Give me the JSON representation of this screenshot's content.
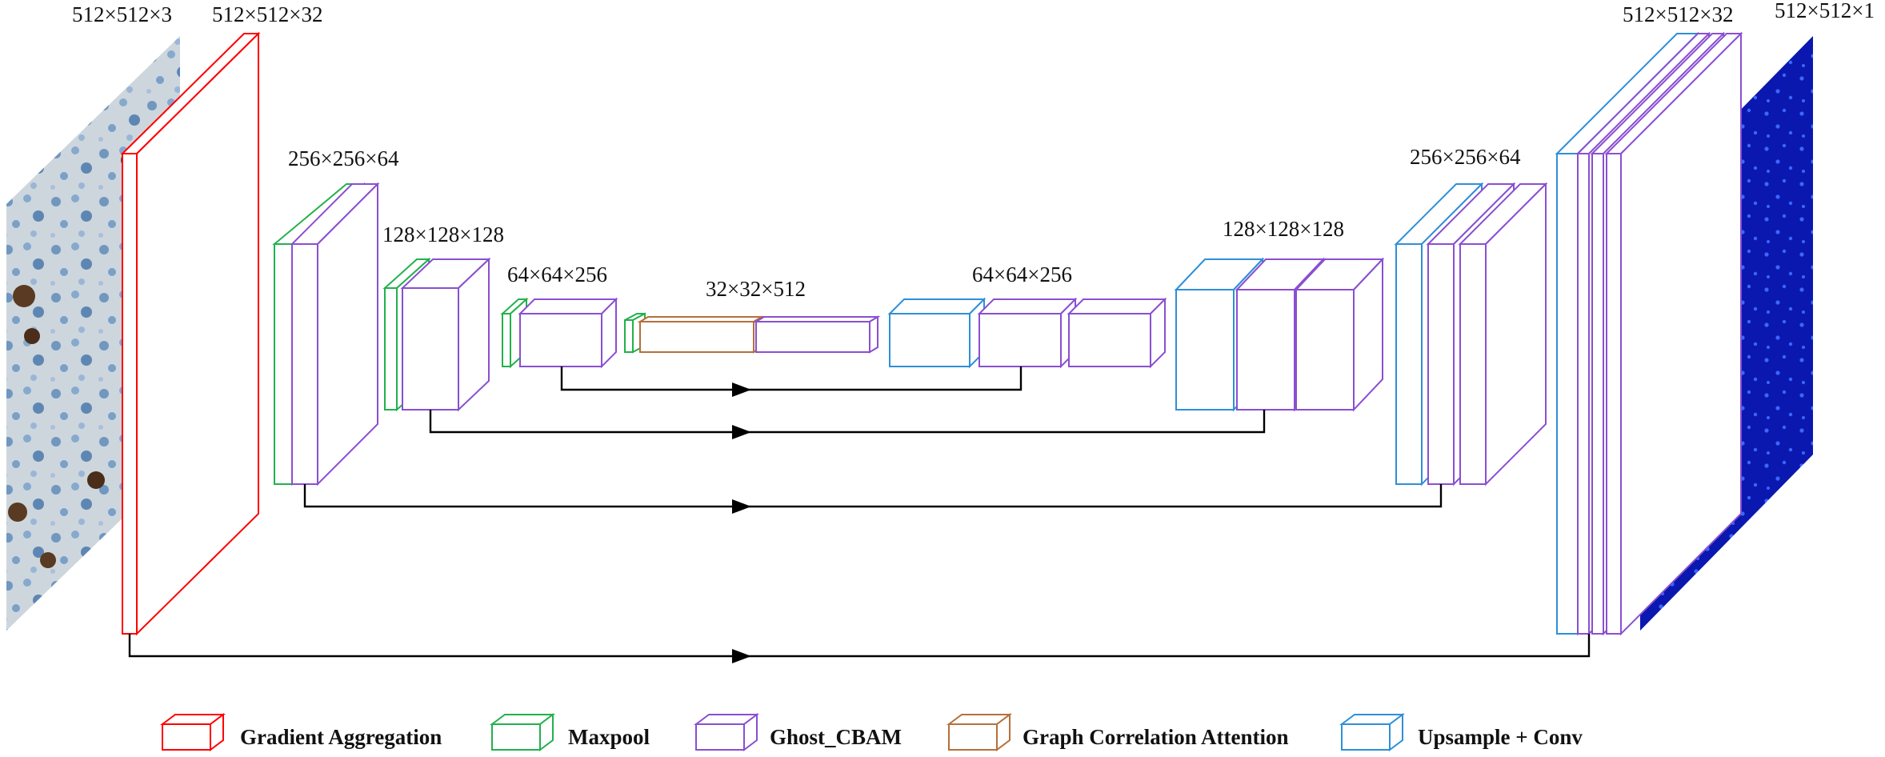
{
  "diagram": {
    "labels": {
      "input": "512×512×3",
      "enc1": "512×512×32",
      "enc2": "256×256×64",
      "enc3": "128×128×128",
      "enc4": "64×64×256",
      "bottleneck": "32×32×512",
      "dec4": "64×64×256",
      "dec3": "128×128×128",
      "dec2": "256×256×64",
      "dec1": "512×512×32",
      "output": "512×512×1"
    },
    "colors": {
      "gradient_aggregation": "#ff0000",
      "maxpool": "#22b14c",
      "ghost_cbam": "#8a4fd1",
      "graph_correlation_attention": "#b5703a",
      "upsample_conv": "#2f8fd8",
      "arrow": "#000000",
      "output_background": "#0a18b0",
      "output_dots": "#3a66ff"
    },
    "legend": [
      {
        "id": "gradient_aggregation",
        "label": "Gradient Aggregation"
      },
      {
        "id": "maxpool",
        "label": "Maxpool"
      },
      {
        "id": "ghost_cbam",
        "label": "Ghost_CBAM"
      },
      {
        "id": "graph_correlation_attention",
        "label": "Graph Correlation Attention"
      },
      {
        "id": "upsample_conv",
        "label": "Upsample + Conv"
      }
    ]
  }
}
